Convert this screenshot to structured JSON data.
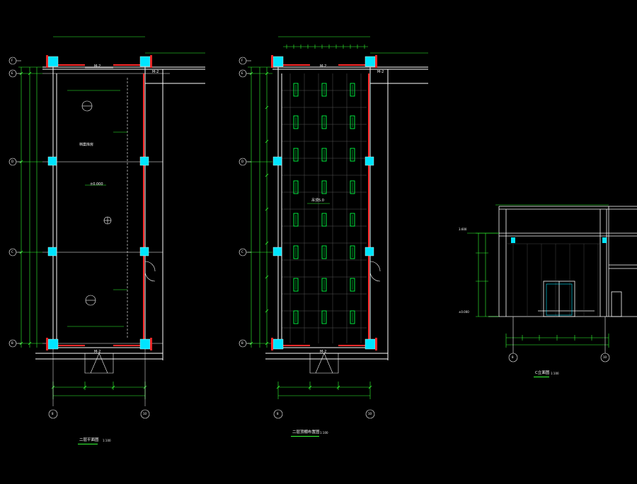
{
  "drawings": {
    "plan1": {
      "title": "二层平面图",
      "scale": "1:100",
      "tag_top": "M-2",
      "tag_bottom": "M-2",
      "tag_side": "M-2",
      "room_name": "档案库房",
      "level": "±0.000",
      "axes_vertical": [
        "F",
        "E",
        "D",
        "C",
        "B"
      ],
      "axes_horizontal": [
        "8",
        "10"
      ]
    },
    "plan2": {
      "title": "二层顶棚布置图",
      "scale": "1:100",
      "tag_top": "M-2",
      "tag_bottom": "M-2",
      "tag_side": "M-2",
      "ceiling_label": "吊顶5.0",
      "axes_vertical": [
        "F",
        "E",
        "D",
        "C",
        "B"
      ],
      "axes_horizontal": [
        "8",
        "10"
      ]
    },
    "elevation": {
      "title": "C立面图",
      "scale": "1:100",
      "level_top": "3.600",
      "level_bottom": "±0.000",
      "axes_horizontal": [
        "8",
        "10"
      ]
    }
  },
  "colors": {
    "background": "#000000",
    "wall": "#ff2a2a",
    "column": "#00e5ff",
    "dimension": "#33ff33",
    "light": "#00ff44",
    "line": "#ffffff",
    "grid": "#555555"
  }
}
